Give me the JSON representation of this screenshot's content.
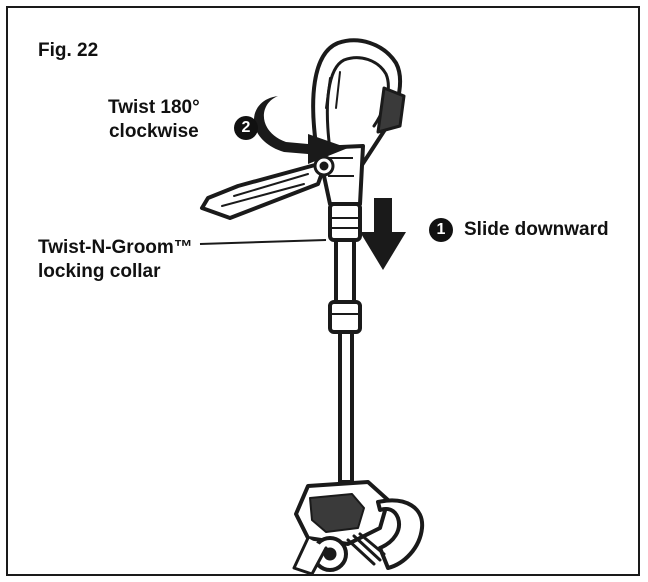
{
  "figure": {
    "label": "Fig. 22"
  },
  "step_twist": {
    "number": "2",
    "line1": "Twist 180°",
    "line2": "clockwise"
  },
  "step_slide": {
    "number": "1",
    "text": "Slide downward"
  },
  "collar_callout": {
    "line1": "Twist-N-Groom™",
    "line2": "locking collar"
  }
}
